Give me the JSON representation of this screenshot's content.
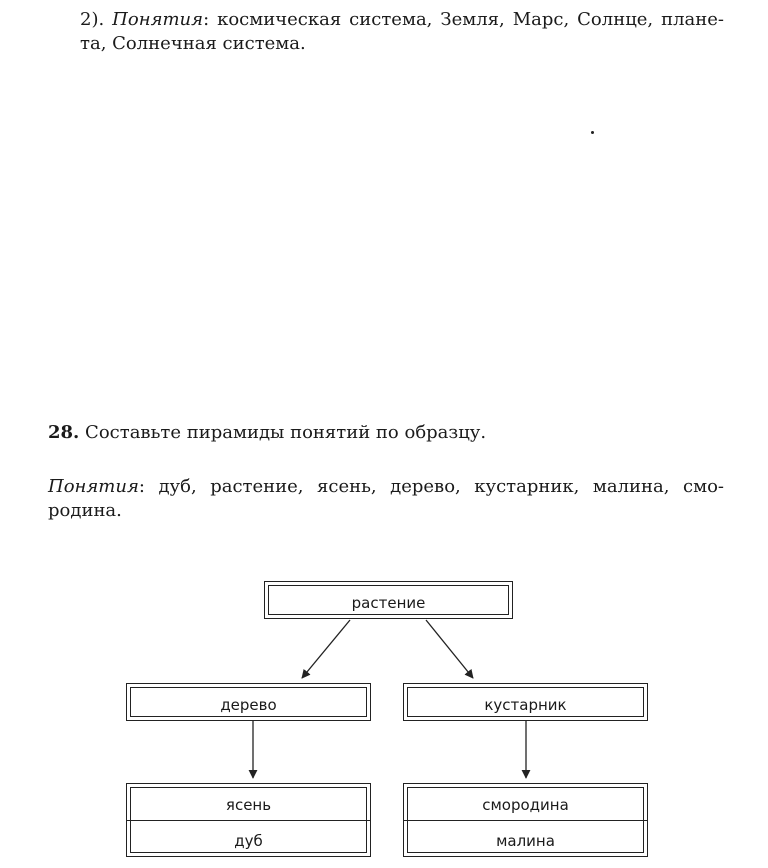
{
  "item2": {
    "line1_prefix": "2). ",
    "line1_term": "Понятия",
    "line1_rest": ": космическая система, Земля, Марс, Солнце, плане-",
    "line2": "та, Солнечная система."
  },
  "task28": {
    "number": "28.",
    "text": " Составьте пирамиды понятий по образцу."
  },
  "concepts28": {
    "term": "Понятия",
    "line1_rest": ": дуб, растение, ясень, дерево, кустарник, малина, смо-",
    "line2": "родина."
  },
  "diagram": {
    "root": "растение",
    "left": "дерево",
    "right": "кустарник",
    "left_children": [
      "ясень",
      "дуб"
    ],
    "right_children": [
      "смородина",
      "малина"
    ]
  }
}
